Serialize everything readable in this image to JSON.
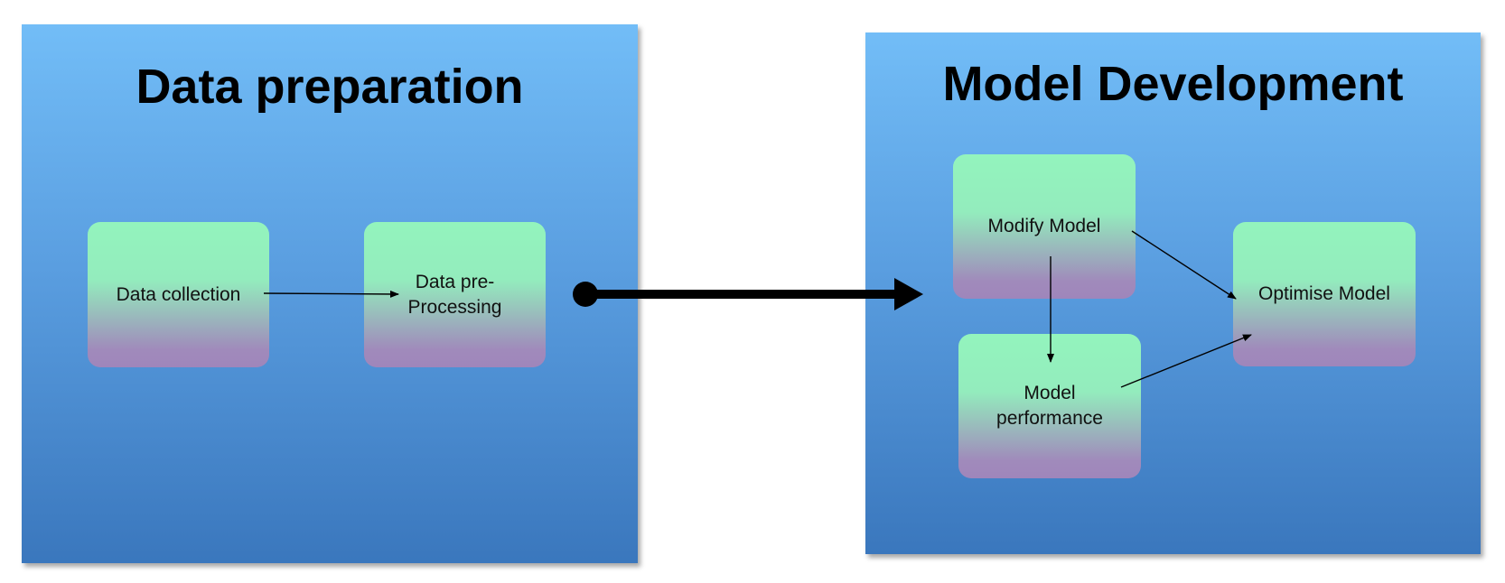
{
  "left_panel": {
    "title": "Data preparation",
    "nodes": {
      "data_collection": "Data collection",
      "data_preprocessing_line1": "Data pre-",
      "data_preprocessing_line2": "Processing"
    }
  },
  "right_panel": {
    "title": "Model Development",
    "nodes": {
      "modify_model": "Modify Model",
      "model_performance_line1": "Model",
      "model_performance_line2": "performance",
      "optimise_model": "Optimise Model"
    }
  },
  "colors": {
    "panel_top": "#72bdf7",
    "panel_bottom": "#3a77bd",
    "node_top": "#93f4bd",
    "node_bottom": "#9f86bb",
    "arrow": "#000000"
  }
}
